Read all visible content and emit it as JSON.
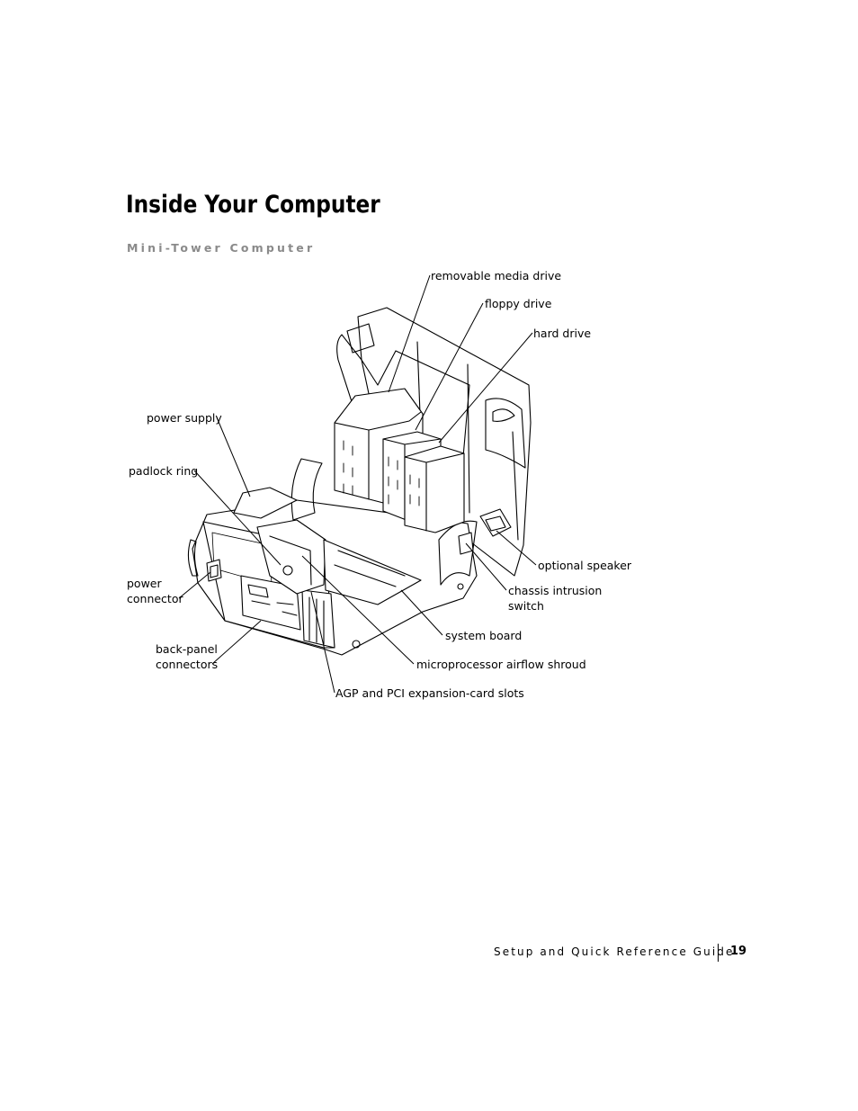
{
  "page": {
    "title": "Inside Your Computer",
    "subtitle": "Mini-Tower Computer"
  },
  "figure": {
    "callouts": {
      "removable_media_drive": "removable media drive",
      "floppy_drive": "floppy drive",
      "hard_drive": "hard drive",
      "power_supply": "power supply",
      "padlock_ring": "padlock ring",
      "power_connector_line1": "power",
      "power_connector_line2": "connector",
      "optional_speaker": "optional speaker",
      "chassis_intrusion_switch_line1": "chassis intrusion",
      "chassis_intrusion_switch_line2": "switch",
      "system_board": "system board",
      "back_panel_connectors_line1": "back-panel",
      "back_panel_connectors_line2": "connectors",
      "microprocessor_airflow_shroud": "microprocessor airflow shroud",
      "agp_pci_slots": "AGP and PCI expansion-card slots"
    }
  },
  "footer": {
    "guide_title": "Setup and Quick Reference Guide",
    "page_number": "19"
  }
}
